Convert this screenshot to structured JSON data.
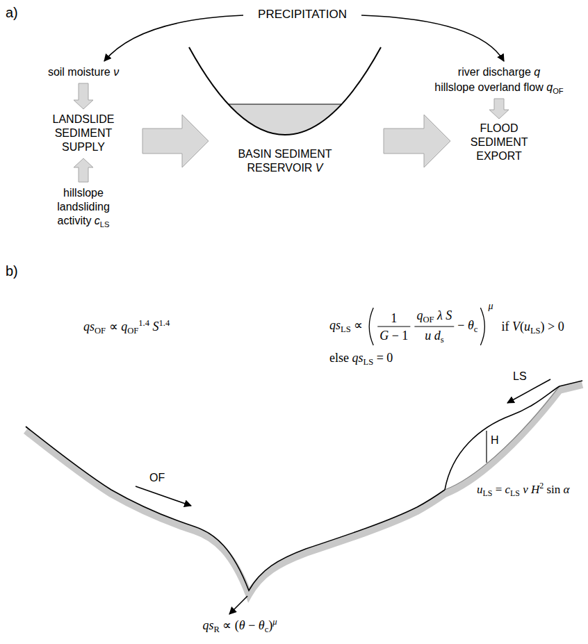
{
  "diagram": {
    "labels": [
      "a)",
      "PRECIPITATION",
      "soil moisture ν",
      "river discharge q",
      "hillslope overland flow qOF",
      "LANDSLIDE SEDIMENT SUPPLY",
      "hillslope landsliding activity cLS",
      "BASIN SEDIMENT RESERVOIR V",
      "FLOOD SEDIMENT EXPORT",
      "b)",
      "qsOF ∝ qOF1.4 S1.4",
      "OF",
      "LS",
      "H",
      "uLS = cLS ν H2 sin α",
      "qsR ∝ (θ − θc)μ",
      "qsLS ∝",
      "1",
      "G − 1",
      "qOF λ S",
      "u ds",
      "− θc",
      "μ",
      "if V(uLS) > 0",
      "else qsLS = 0"
    ]
  }
}
